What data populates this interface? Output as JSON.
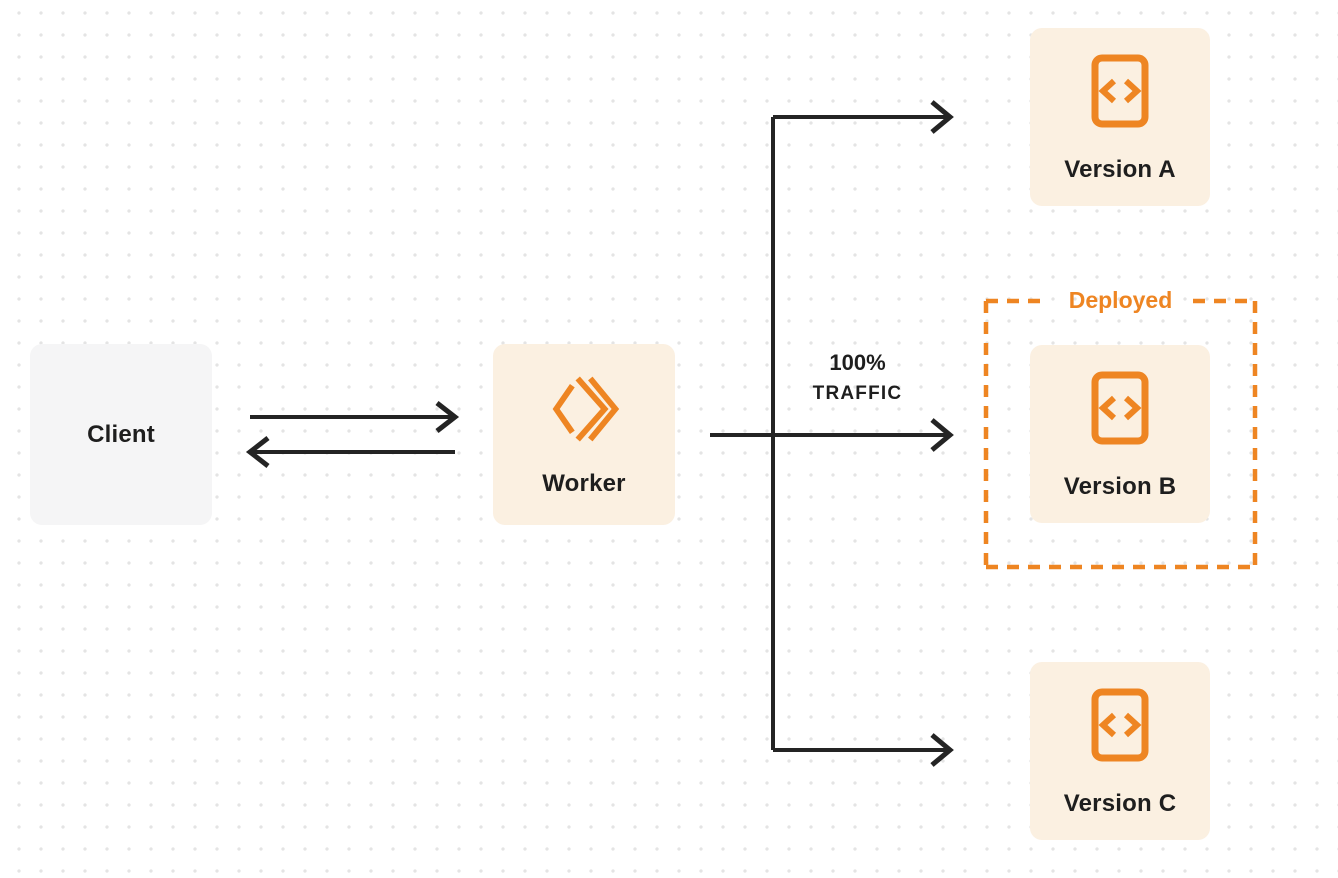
{
  "colors": {
    "accent": "#EE8522",
    "cream": "#FBF0E1",
    "client-bg": "#F5F5F6",
    "ink": "#1E1E1E",
    "arrow": "#242424",
    "dot": "#E4E4E4",
    "canvas-bg": "#FFFFFF"
  },
  "nodes": {
    "client": {
      "label": "Client"
    },
    "worker": {
      "label": "Worker",
      "icon": "worker-double-chevron-icon"
    },
    "version_a": {
      "label": "Version A",
      "icon": "code-file-icon"
    },
    "version_b": {
      "label": "Version B",
      "icon": "code-file-icon"
    },
    "version_c": {
      "label": "Version C",
      "icon": "code-file-icon"
    }
  },
  "groups": {
    "deployed": {
      "label": "Deployed"
    }
  },
  "edges": {
    "worker_to_version_b": {
      "label_line1": "100%",
      "label_line2": "TRAFFIC"
    }
  }
}
